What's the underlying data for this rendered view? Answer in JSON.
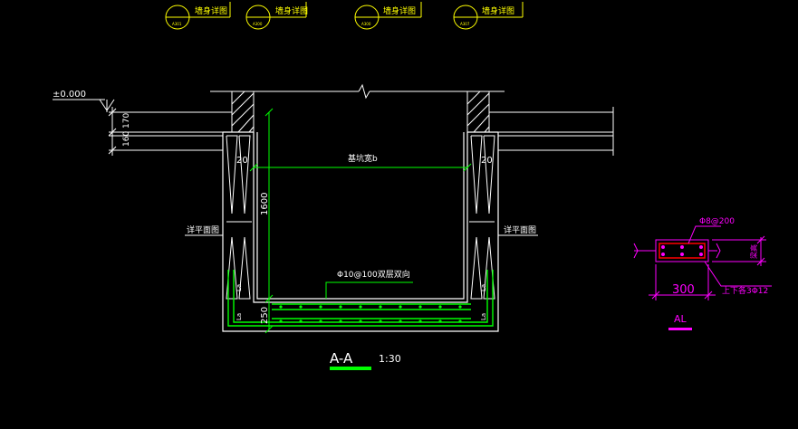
{
  "colors": {
    "background": "#000000",
    "outline": "#ffffff",
    "dimension": "#00ff00",
    "annotation": "#ffff00",
    "detail": "#ff00ff",
    "rebar_fill": "#ff0000"
  },
  "index_bubbles": [
    {
      "label": "墙身详图",
      "ref": "A301"
    },
    {
      "label": "墙身详图",
      "ref": "A300"
    },
    {
      "label": "墙身详图",
      "ref": "A300"
    },
    {
      "label": "墙身详图",
      "ref": "A307"
    }
  ],
  "elevation": {
    "label": "±0.000"
  },
  "dimensions": {
    "top_layer": "170",
    "slab": "160",
    "depth": "1600",
    "bottom_slab": "250",
    "side_left": "20",
    "side_right": "20",
    "lap_marks": [
      "La",
      "La",
      "La",
      "La"
    ]
  },
  "labels": {
    "opening_width": "基坑宽b",
    "rebar_note": "Φ10@100双层双向",
    "left_detail_ref": "详平面图",
    "right_detail_ref": "详平面图"
  },
  "section_title": {
    "name": "A-A",
    "scale": "1:30"
  },
  "beam_detail": {
    "stirrup": "Φ8@200",
    "width": "300",
    "height_label": "梁高",
    "main_bars": "上下各3Φ12",
    "name": "AL"
  }
}
